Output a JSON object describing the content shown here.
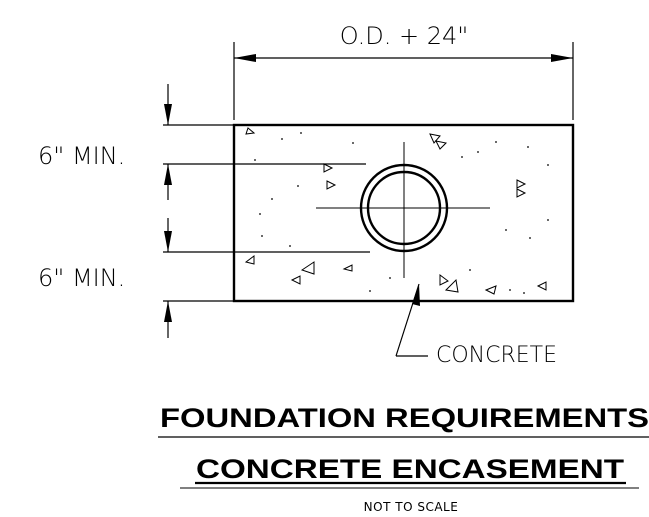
{
  "dimensions": {
    "width_label": "O.D. + 24\"",
    "top_cover_label": "6\" MIN.",
    "bottom_cover_label": "6\" MIN."
  },
  "callouts": {
    "material_label": "CONCRETE"
  },
  "title_block": {
    "title_line_1": "FOUNDATION REQUIREMENTS",
    "title_line_2": "CONCRETE ENCASEMENT",
    "scale_note": "NOT TO SCALE"
  }
}
